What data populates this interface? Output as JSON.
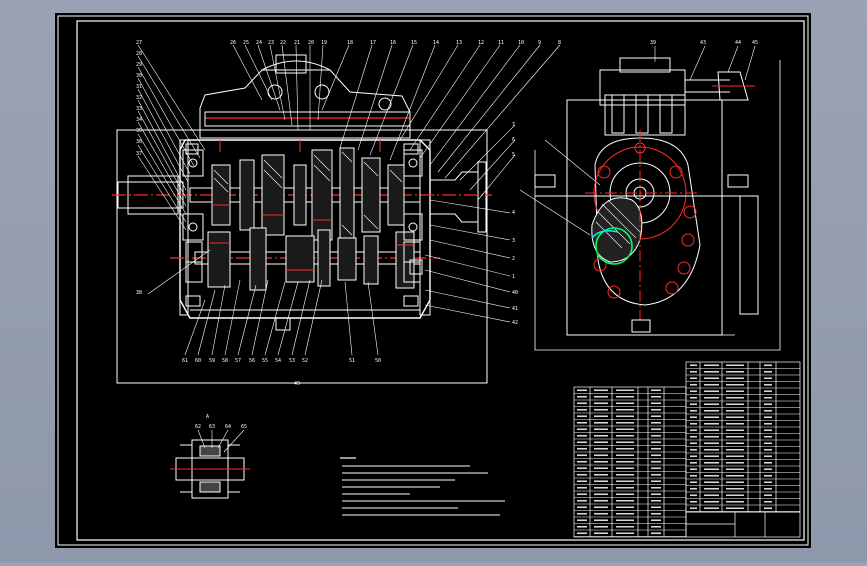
{
  "colors": {
    "viewport_bg": "#000000",
    "outer_area": "#939cb0",
    "line_white": "#ffffff",
    "line_red": "#ff2a2a",
    "line_green": "#00ff66",
    "line_cyan": "#00e5ff",
    "line_gray": "#9a9a9a"
  },
  "drawing": {
    "type": "gearbox-assembly",
    "views": [
      "front-section",
      "side-view",
      "detail-view",
      "technical-notes",
      "parts-list",
      "title-block"
    ]
  }
}
